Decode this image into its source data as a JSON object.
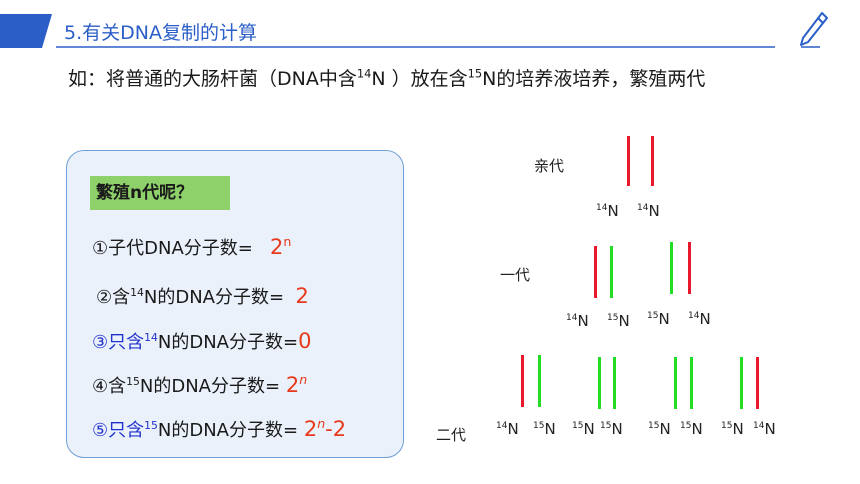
{
  "title": {
    "number": "5.",
    "text": "有关DNA复制的计算"
  },
  "intro": {
    "part1": "如：将普通的大肠杆菌（DNA中含",
    "sup1": "14",
    "part2": "N ）放在含",
    "sup2": "15",
    "part3": "N的培养液培养，繁殖两代"
  },
  "question": "繁殖n代呢？",
  "answers": [
    {
      "prefix": "①子代DNA分子数=",
      "value": "2",
      "value_sup": "n"
    },
    {
      "prefix": "②含",
      "sup": "14",
      "suffix": "N的DNA分子数=",
      "value": "2"
    },
    {
      "prefix": "③只含",
      "sup": "14",
      "suffix": "N的DNA分子数=",
      "value": "0"
    },
    {
      "prefix": "④含",
      "sup": "15",
      "suffix": "N的DNA分子数=",
      "value": "2",
      "value_sup": "n"
    },
    {
      "prefix": "⑤只含",
      "sup": "15",
      "suffix": "N的DNA分子数=",
      "value": "2",
      "value_sup": "n",
      "value_tail": "-2"
    }
  ],
  "generations": {
    "parent": "亲代",
    "first": "一代",
    "second": "二代"
  },
  "isotopes": {
    "n14": "14",
    "n15": "15",
    "element": "N"
  },
  "colors": {
    "n14_strand": "#e8192c",
    "n15_strand": "#22dd22",
    "accent": "#2b5fc7",
    "answer_red": "#e8391d"
  },
  "icons": {
    "pen": "pen-icon"
  }
}
